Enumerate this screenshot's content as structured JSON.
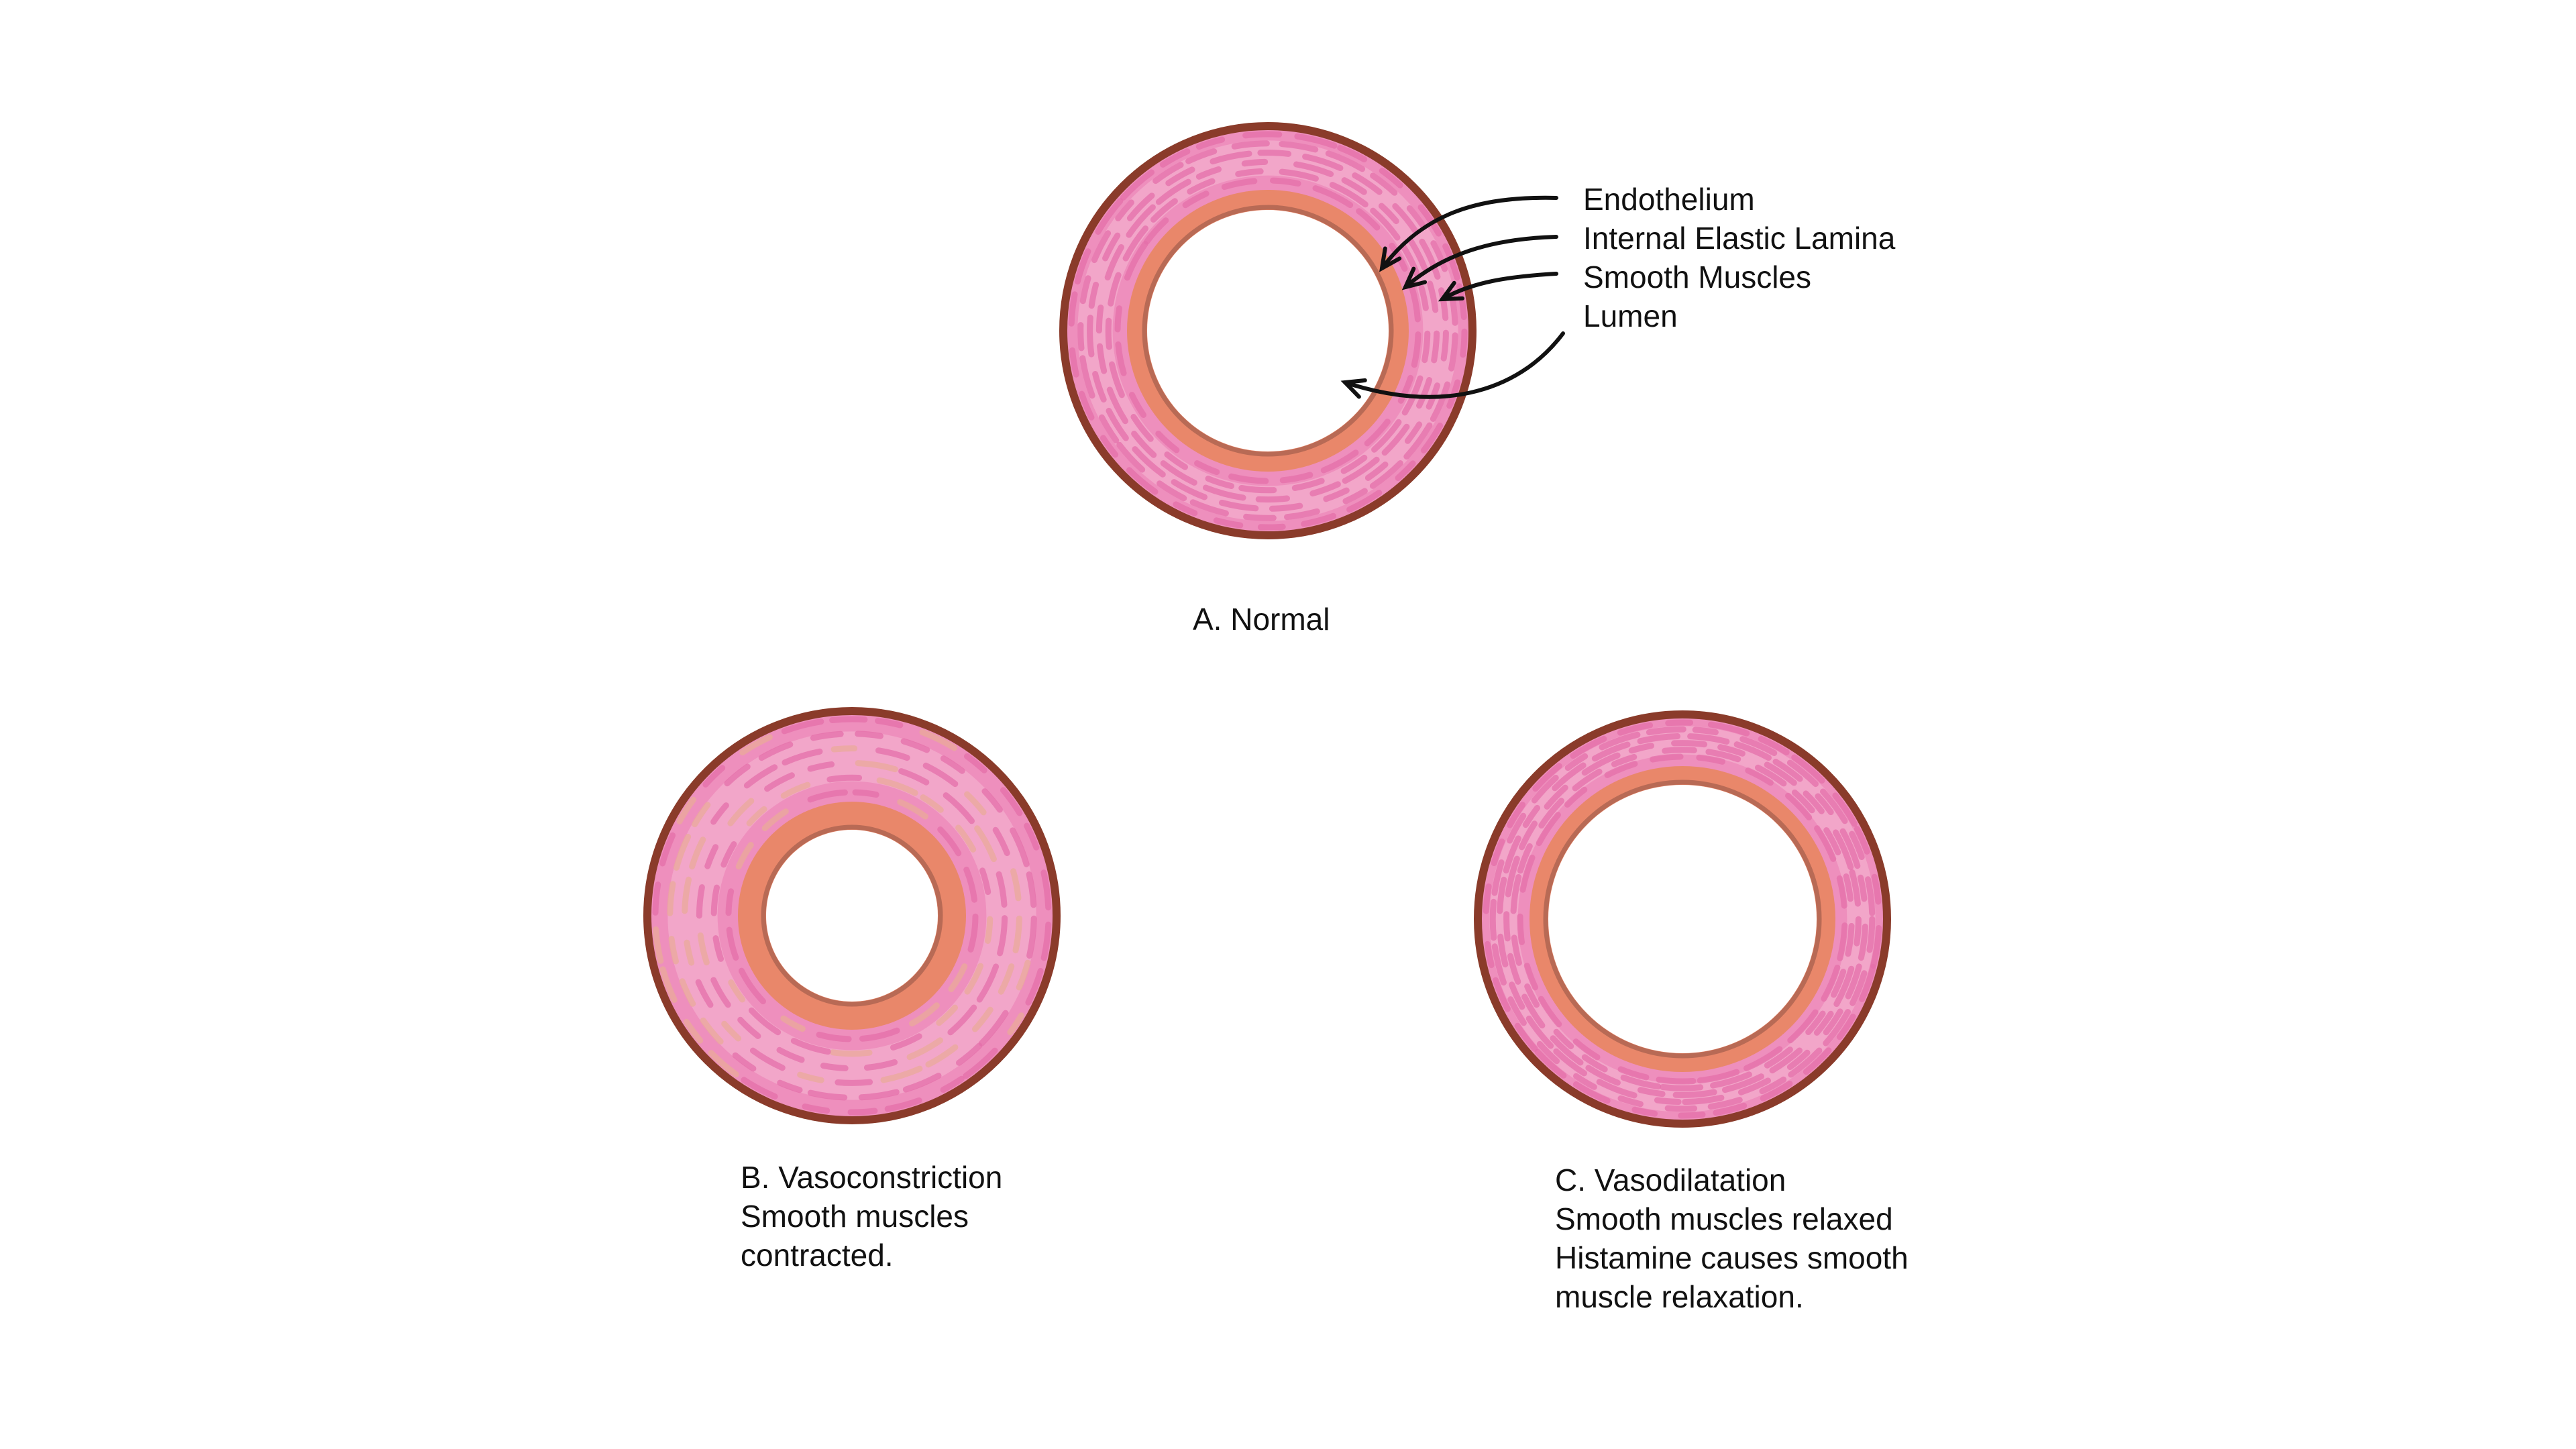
{
  "colors": {
    "outer_wall": "#8a3b2a",
    "muscle": "#ee8fbd",
    "muscle_light": "#f6b9d4",
    "muscle_streak": "#e46fa9",
    "muscle_streak_alt": "#e9a99a",
    "elastic_lamina": "#e9876a",
    "endothelium": "#b86a55",
    "lumen": "#ffffff",
    "arrow": "#111111",
    "text": "#111111"
  },
  "panels": {
    "normal": {
      "caption": "A. Normal",
      "labels": {
        "endothelium": "Endothelium",
        "internal_elastic_lamina": "Internal Elastic Lamina",
        "smooth_muscles": "Smooth Muscles",
        "lumen": "Lumen"
      }
    },
    "vasoconstriction": {
      "line1": "B. Vasoconstriction",
      "line2": "Smooth muscles",
      "line3": "contracted."
    },
    "vasodilatation": {
      "line1": "C. Vasodilatation",
      "line2": "Smooth muscles relaxed",
      "line3": "Histamine causes smooth",
      "line4": "muscle relaxation."
    }
  }
}
